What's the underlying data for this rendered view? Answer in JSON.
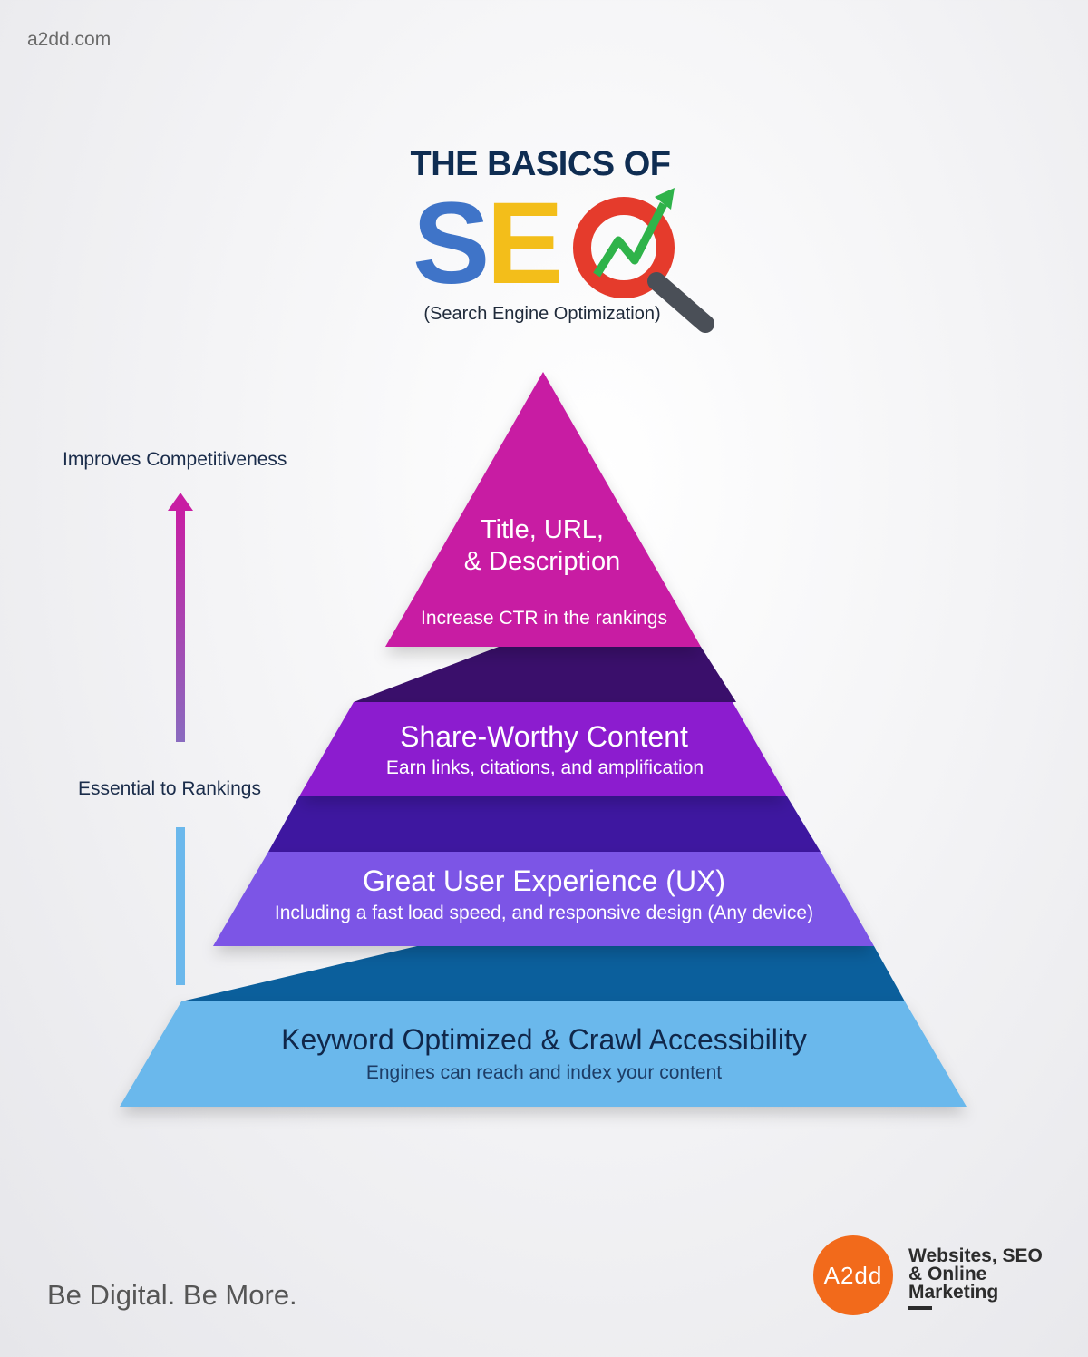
{
  "site": "a2dd.com",
  "header": {
    "title": "THE BASICS OF",
    "seo_letters": [
      "S",
      "E",
      "O"
    ],
    "subtitle": "(Search Engine Optimization)"
  },
  "side_labels": {
    "top": "Improves Competitiveness",
    "bottom": "Essential to Rankings"
  },
  "pyramid": {
    "layers": [
      {
        "title_lines": [
          "Title, URL,",
          "& Description"
        ],
        "subtitle": "Increase CTR in the rankings",
        "color": "#c81ea3"
      },
      {
        "title": "Share-Worthy Content",
        "subtitle": "Earn links, citations, and amplification",
        "color": "#8c1ecf"
      },
      {
        "title": "Great User Experience (UX)",
        "subtitle": "Including a fast load speed, and responsive design (Any device)",
        "color": "#7b55e6"
      },
      {
        "title": "Keyword Optimized & Crawl Accessibility",
        "subtitle": "Engines can reach and index your content",
        "color": "#6bb8ec"
      }
    ]
  },
  "footer": {
    "tagline": "Be Digital. Be More.",
    "logo_mark": "A2dd",
    "logo_text": "Websites, SEO & Online Marketing"
  },
  "colors": {
    "title_navy": "#0f2d52",
    "seo_blue": "#3f74c8",
    "seo_yellow": "#f3be1a",
    "seo_red": "#e53b2c",
    "growth_green": "#2fb34a",
    "logo_orange": "#f26a1b"
  }
}
